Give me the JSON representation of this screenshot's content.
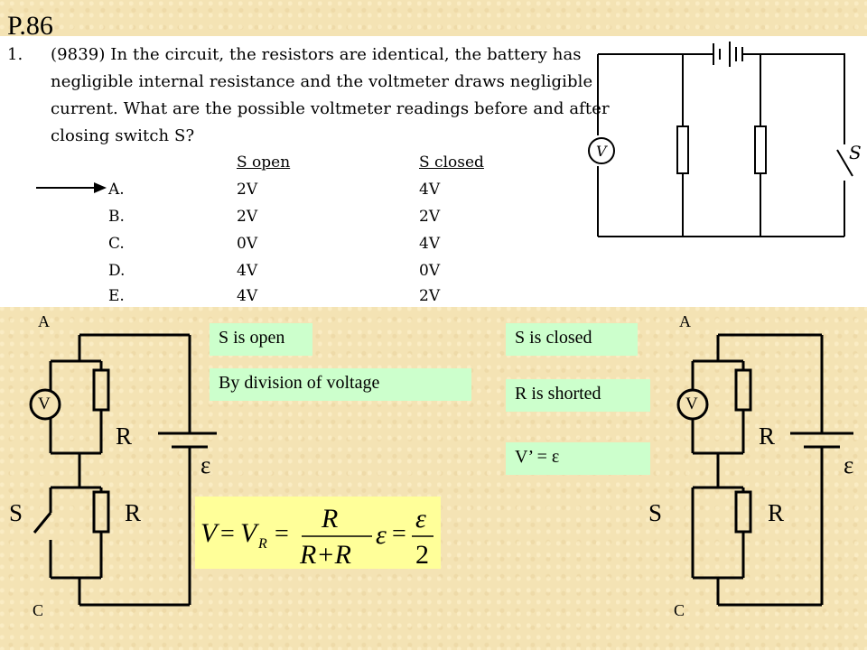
{
  "slide": {
    "title": "P.86"
  },
  "question": {
    "number": "1.",
    "lines": [
      "(9839) In the circuit, the resistors are identical, the battery has",
      "negligible internal resistance and the voltmeter draws negligible",
      "current.  What are the possible voltmeter readings before and after",
      "closing switch S?"
    ],
    "header_open": "S open",
    "header_closed": "S closed",
    "options": [
      {
        "letter": "A.",
        "open": "2V",
        "closed": "4V"
      },
      {
        "letter": "B.",
        "open": "2V",
        "closed": "2V"
      },
      {
        "letter": "C.",
        "open": "0V",
        "closed": "4V"
      },
      {
        "letter": "D.",
        "open": "4V",
        "closed": "0V"
      },
      {
        "letter": "E.",
        "open": "4V",
        "closed": "2V"
      }
    ],
    "circuit_labels": {
      "voltmeter": "V",
      "switch": "S"
    }
  },
  "left_circuit": {
    "point_top": "A",
    "point_bottom": "C",
    "voltmeter": "V",
    "resistor_top": "R",
    "resistor_bottom": "R",
    "switch": "S",
    "emf": "ε"
  },
  "right_circuit": {
    "point_top": "A",
    "point_bottom": "C",
    "voltmeter": "V",
    "resistor_top": "R",
    "resistor_bottom": "R",
    "switch": "S",
    "emf": "ε"
  },
  "notes": {
    "s_open": "S is open",
    "division": "By division of voltage",
    "s_closed": "S is closed",
    "shorted": "R is shorted",
    "v_prime": "V’ = ε"
  },
  "formula": {
    "v": "V",
    "eq": "=",
    "vr": "V",
    "vr_sub": "R",
    "num": "R",
    "den": "R+R",
    "eps": "ε",
    "num2": "ε",
    "den2": "2"
  }
}
